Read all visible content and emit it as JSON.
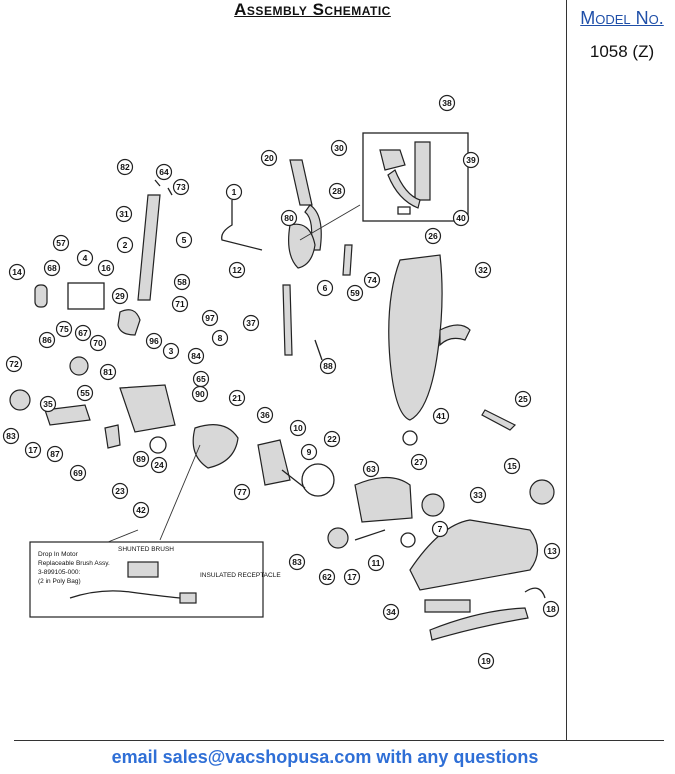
{
  "header": {
    "title": "Assembly Schematic"
  },
  "model": {
    "label": "Model No.",
    "value": "1058 (Z)"
  },
  "footer": {
    "text": "email sales@vacshopusa.com with any questions"
  },
  "inset42": {
    "line1": "Drop In Motor",
    "line2": "Replaceable Brush Assy.",
    "line3": "3-899105-000:",
    "line4": "(2 in Poly Bag)",
    "tag_top": "SHUNTED BRUSH",
    "tag_right": "INSULATED RECEPTACLE"
  },
  "callouts": [
    "38",
    "30",
    "39",
    "20",
    "28",
    "82",
    "64",
    "73",
    "1",
    "80",
    "40",
    "26",
    "31",
    "2",
    "5",
    "12",
    "6",
    "74",
    "59",
    "32",
    "57",
    "4",
    "68",
    "16",
    "14",
    "58",
    "29",
    "71",
    "97",
    "75",
    "37",
    "67",
    "86",
    "70",
    "8",
    "96",
    "3",
    "84",
    "88",
    "72",
    "81",
    "65",
    "55",
    "90",
    "35",
    "21",
    "36",
    "25",
    "41",
    "83",
    "17",
    "87",
    "89",
    "24",
    "10",
    "22",
    "9",
    "69",
    "77",
    "63",
    "27",
    "15",
    "23",
    "33",
    "42",
    "7",
    "13",
    "83",
    "62",
    "17",
    "11",
    "34",
    "18",
    "19"
  ]
}
